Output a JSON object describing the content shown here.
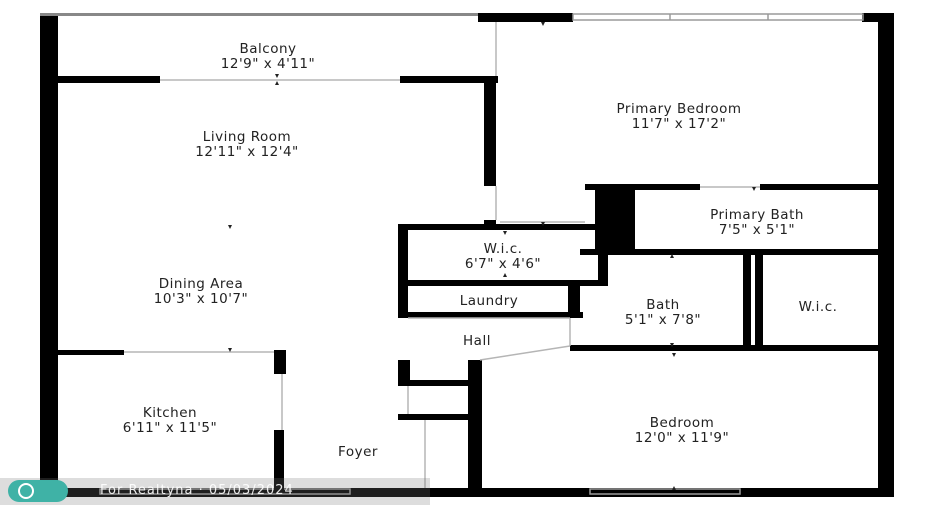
{
  "rooms": {
    "balcony": {
      "name": "Balcony",
      "dims": "12'9\" x 4'11\""
    },
    "living": {
      "name": "Living Room",
      "dims": "12'11\" x 12'4\""
    },
    "dining": {
      "name": "Dining Area",
      "dims": "10'3\" x 10'7\""
    },
    "kitchen": {
      "name": "Kitchen",
      "dims": "6'11\" x 11'5\""
    },
    "primary_bedroom": {
      "name": "Primary Bedroom",
      "dims": "11'7\" x 17'2\""
    },
    "primary_bath": {
      "name": "Primary Bath",
      "dims": "7'5\" x 5'1\""
    },
    "wic_1": {
      "name": "W.i.c.",
      "dims": "6'7\" x 4'6\""
    },
    "laundry": {
      "name": "Laundry"
    },
    "bath": {
      "name": "Bath",
      "dims": "5'1\" x 7'8\""
    },
    "wic_2": {
      "name": "W.i.c."
    },
    "hall": {
      "name": "Hall"
    },
    "bedroom": {
      "name": "Bedroom",
      "dims": "12'0\" x 11'9\""
    },
    "foyer": {
      "name": "Foyer"
    }
  },
  "watermark": {
    "text": "For Realtyna · 05/03/2024"
  },
  "colors": {
    "wall": "#000000",
    "thin_wall": "#b5b5b5",
    "watermark_logo": "#3fb2a6"
  }
}
